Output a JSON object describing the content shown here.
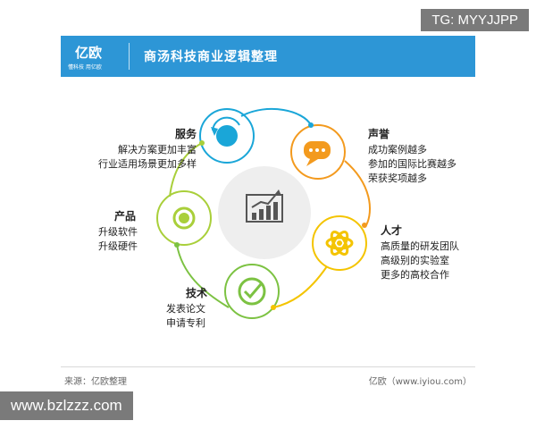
{
  "header": {
    "logo_text": "亿欧",
    "logo_sub": "懂科技 用亿欧",
    "title": "商汤科技商业逻辑整理"
  },
  "watermarks": {
    "top_right": "TG: MYYJJPP",
    "bottom_left": "www.bzlzzz.com"
  },
  "sections": {
    "service": {
      "title": "服务",
      "lines": [
        "解决方案更加丰富",
        "行业适用场景更加多样"
      ]
    },
    "reputation": {
      "title": "声誉",
      "lines": [
        "成功案例越多",
        "参加的国际比赛越多",
        "荣获奖项越多"
      ]
    },
    "talent": {
      "title": "人才",
      "lines": [
        "高质量的研发团队",
        "高级别的实验室",
        "更多的高校合作"
      ]
    },
    "tech": {
      "title": "技术",
      "lines": [
        "发表论文",
        "申请专利"
      ]
    },
    "product": {
      "title": "产品",
      "lines": [
        "升级软件",
        "升级硬件"
      ]
    }
  },
  "footer": {
    "source": "来源：亿欧整理",
    "site": "亿欧（www.iyiou.com）"
  },
  "colors": {
    "header_blue": "#2d96d6",
    "cyan": "#1aa6d8",
    "orange": "#f39a1e",
    "yellow": "#f4c400",
    "green": "#7cc242",
    "lime": "#a9cf3a"
  }
}
